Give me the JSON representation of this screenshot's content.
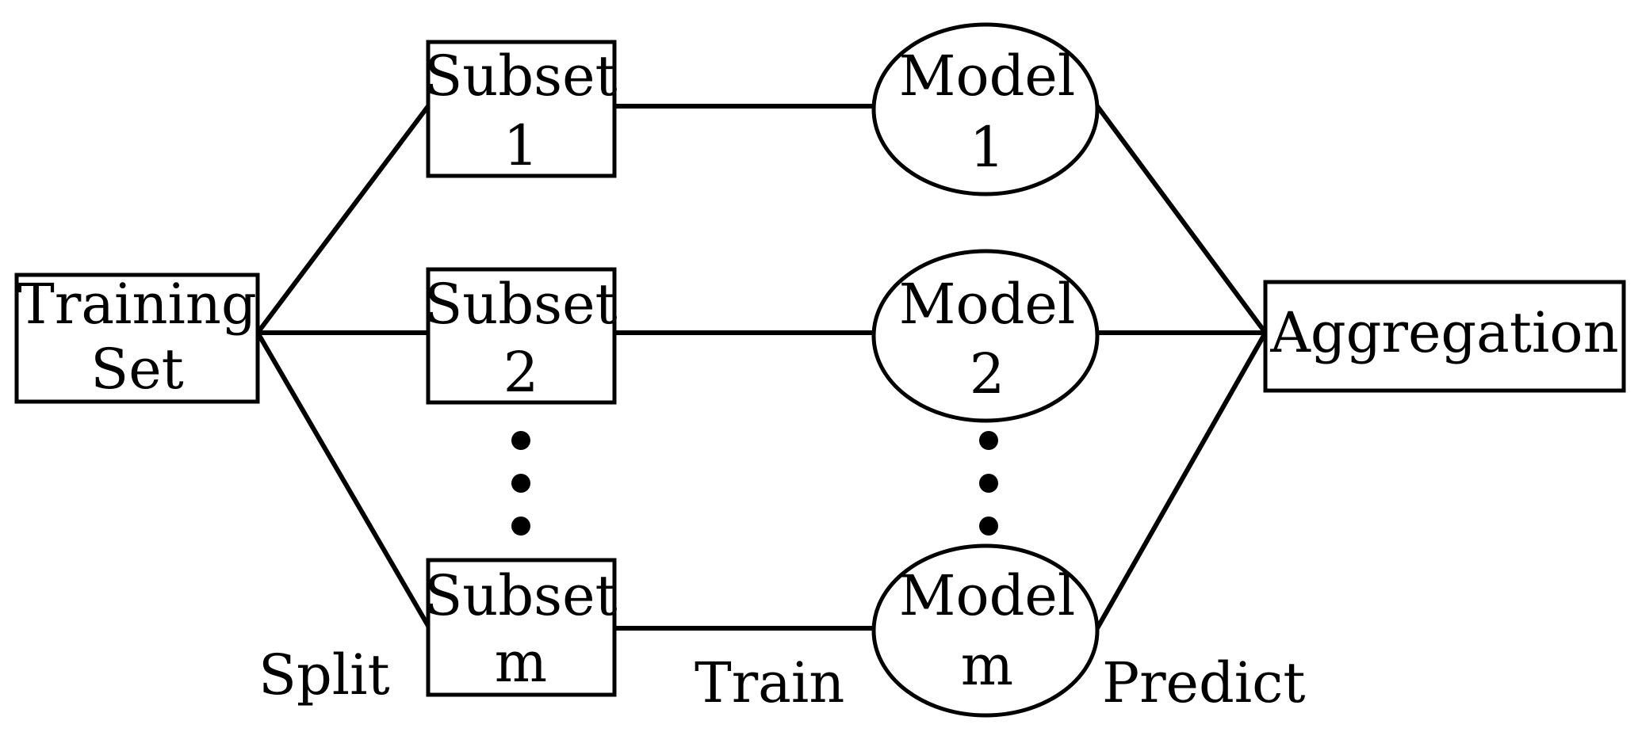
{
  "nodes": {
    "training_set": {
      "line1": "Training",
      "line2": "Set"
    },
    "subsets": [
      {
        "line1": "Subset",
        "line2": "1"
      },
      {
        "line1": "Subset",
        "line2": "2"
      },
      {
        "line1": "Subset",
        "line2": "m"
      }
    ],
    "models": [
      {
        "line1": "Model",
        "line2": "1"
      },
      {
        "line1": "Model",
        "line2": "2"
      },
      {
        "line1": "Model",
        "line2": "m"
      }
    ],
    "aggregation": {
      "label": "Aggregation"
    }
  },
  "stages": {
    "split": "Split",
    "train": "Train",
    "predict": "Predict"
  }
}
